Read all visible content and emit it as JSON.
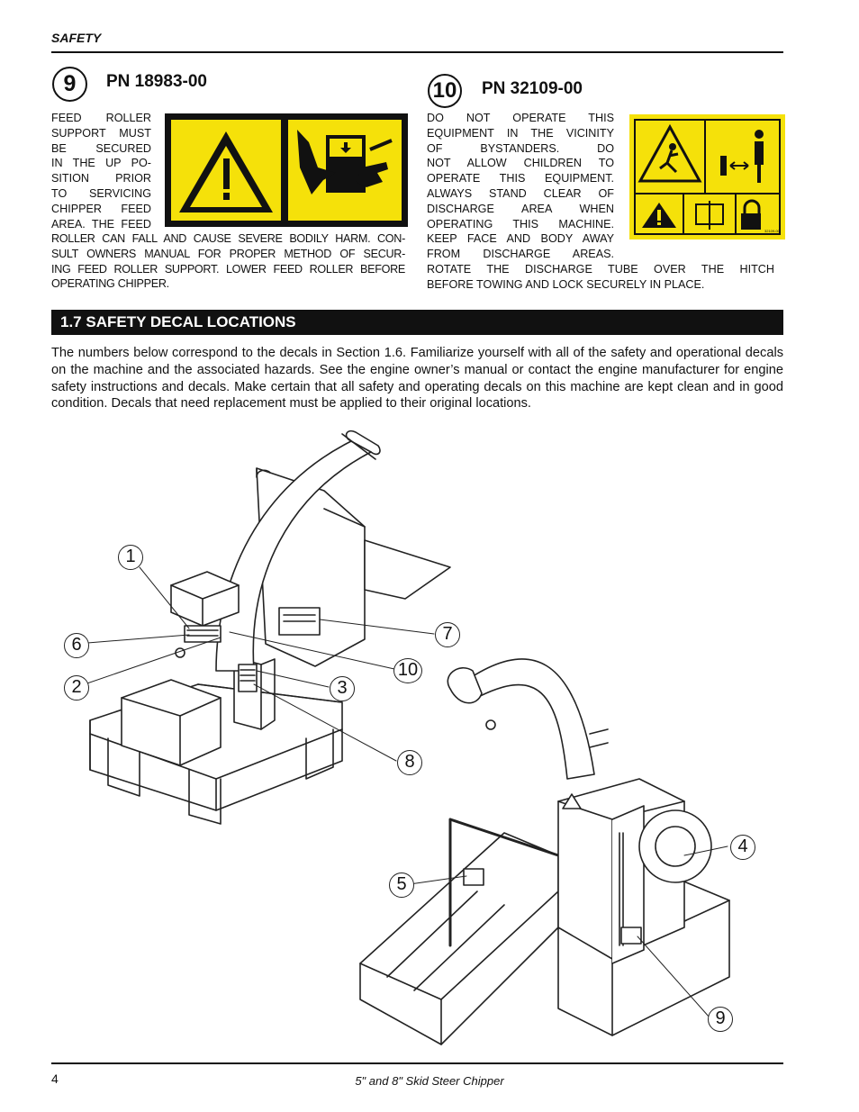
{
  "header": {
    "section_label": "SAFETY"
  },
  "decal_9": {
    "number": "9",
    "part_number": "PN 18983-00",
    "text_col": [
      "FEED ROLLER SUPPORT MUST BE SECURED IN THE UP PO-SITION PRIOR TO SERVICING CHIPPER FEED AREA. THE FEED"
    ],
    "text_lines": [
      "FEED ROLLER",
      "SUPPORT MUST",
      "BE SECURED",
      "IN THE UP PO-",
      "SITION PRIOR",
      "TO SERVICING",
      "CHIPPER FEED",
      "AREA. THE FEED"
    ],
    "text_wide": [
      "ROLLER CAN FALL AND CAUSE SEVERE BODILY HARM. CON-",
      "SULT OWNERS MANUAL FOR PROPER METHOD OF SECUR-",
      "ING FEED ROLLER SUPPORT. LOWER FEED ROLLER BEFORE",
      "OPERATING CHIPPER."
    ]
  },
  "decal_10": {
    "number": "10",
    "part_number": "PN 32109-00",
    "text_lines": [
      "DO NOT OPERATE THIS",
      "EQUIPMENT IN THE VICINITY",
      "OF BYSTANDERS. DO",
      "NOT ALLOW CHILDREN TO",
      "OPERATE THIS EQUIPMENT.",
      "ALWAYS STAND CLEAR OF",
      "DISCHARGE AREA WHEN",
      "OPERATING THIS MACHINE.",
      "KEEP FACE AND BODY AWAY",
      "FROM DISCHARGE AREAS."
    ],
    "text_wide": [
      "ROTATE THE DISCHARGE TUBE OVER THE HITCH",
      "BEFORE TOWING AND LOCK SECURELY IN PLACE."
    ],
    "decal_code": "32109-00"
  },
  "section": {
    "title": "1.7  SAFETY DECAL LOCATIONS",
    "intro": "The numbers below correspond to the decals in Section 1.6.  Familiarize yourself with all of the safety and operational decals on the machine and the associated hazards.  See the engine owner’s manual or contact the engine manufacturer for engine safety instructions and decals.  Make certain that all safety and operating decals on this machine are kept clean and in good condition. Decals that need replacement must be applied to their original locations."
  },
  "callouts": [
    "1",
    "6",
    "2",
    "7",
    "10",
    "3",
    "8",
    "4",
    "5",
    "9"
  ],
  "footer": {
    "page_number": "4",
    "title": "5\" and 8\" Skid Steer Chipper"
  },
  "colors": {
    "decal_yellow": "#f5e10a",
    "ink": "#111111"
  }
}
